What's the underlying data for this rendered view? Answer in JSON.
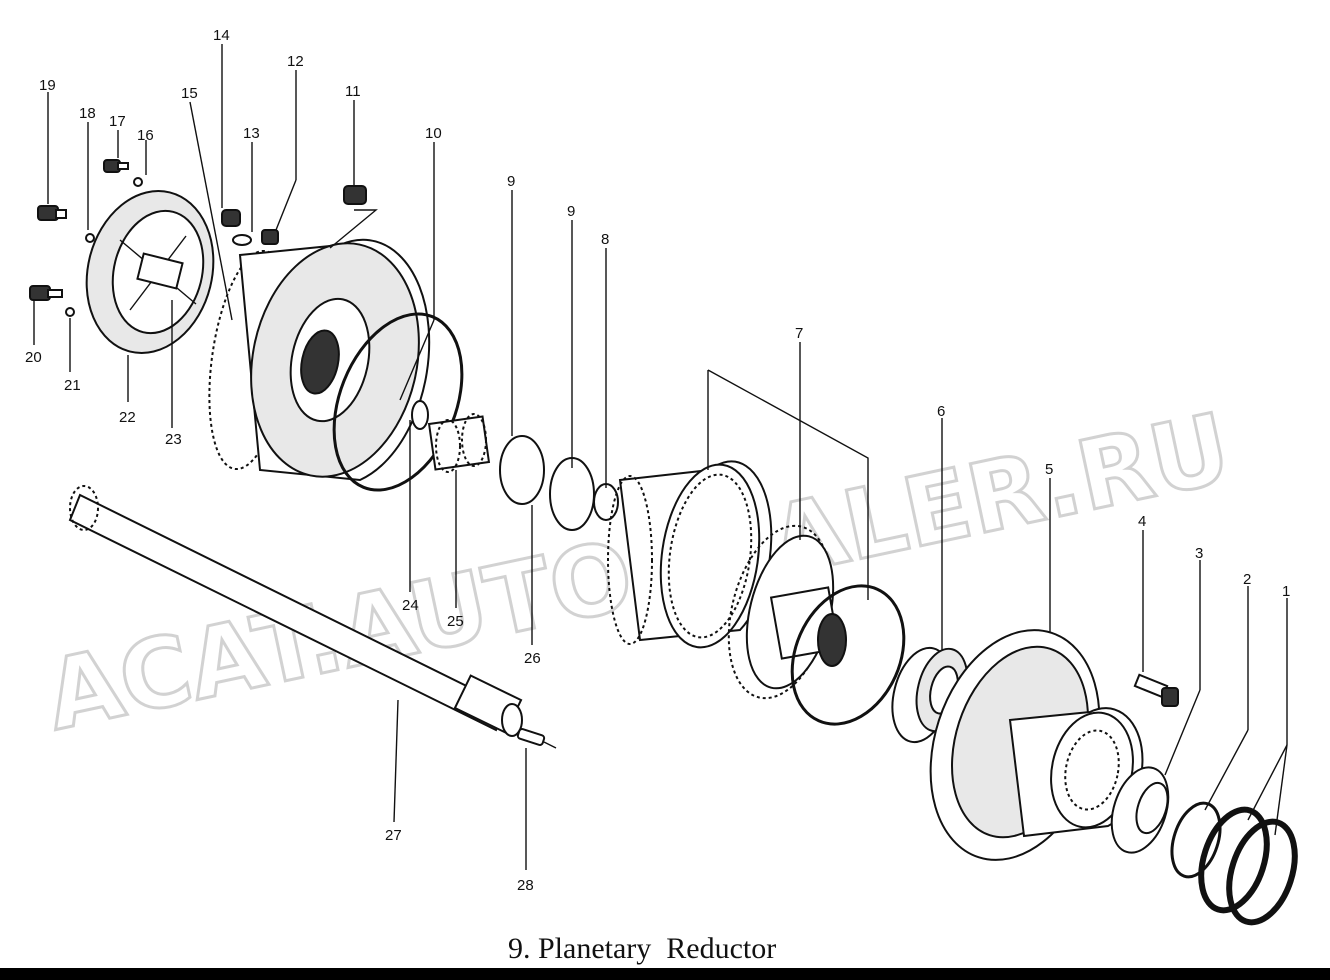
{
  "caption": "9. Planetary  Reductor",
  "watermarks": {
    "line1": "ACAT.AUTODEALER.RU"
  },
  "labels": {
    "l1": "1",
    "l2": "2",
    "l3": "3",
    "l4": "4",
    "l5": "5",
    "l6": "6",
    "l7": "7",
    "l8": "8",
    "l9a": "9",
    "l9b": "9",
    "l10": "10",
    "l11": "11",
    "l12": "12",
    "l13": "13",
    "l14": "14",
    "l15": "15",
    "l16": "16",
    "l17": "17",
    "l18": "18",
    "l19": "19",
    "l20": "20",
    "l21": "21",
    "l22": "22",
    "l23": "23",
    "l24": "24",
    "l25": "25",
    "l26": "26",
    "l27": "27",
    "l28": "28"
  }
}
